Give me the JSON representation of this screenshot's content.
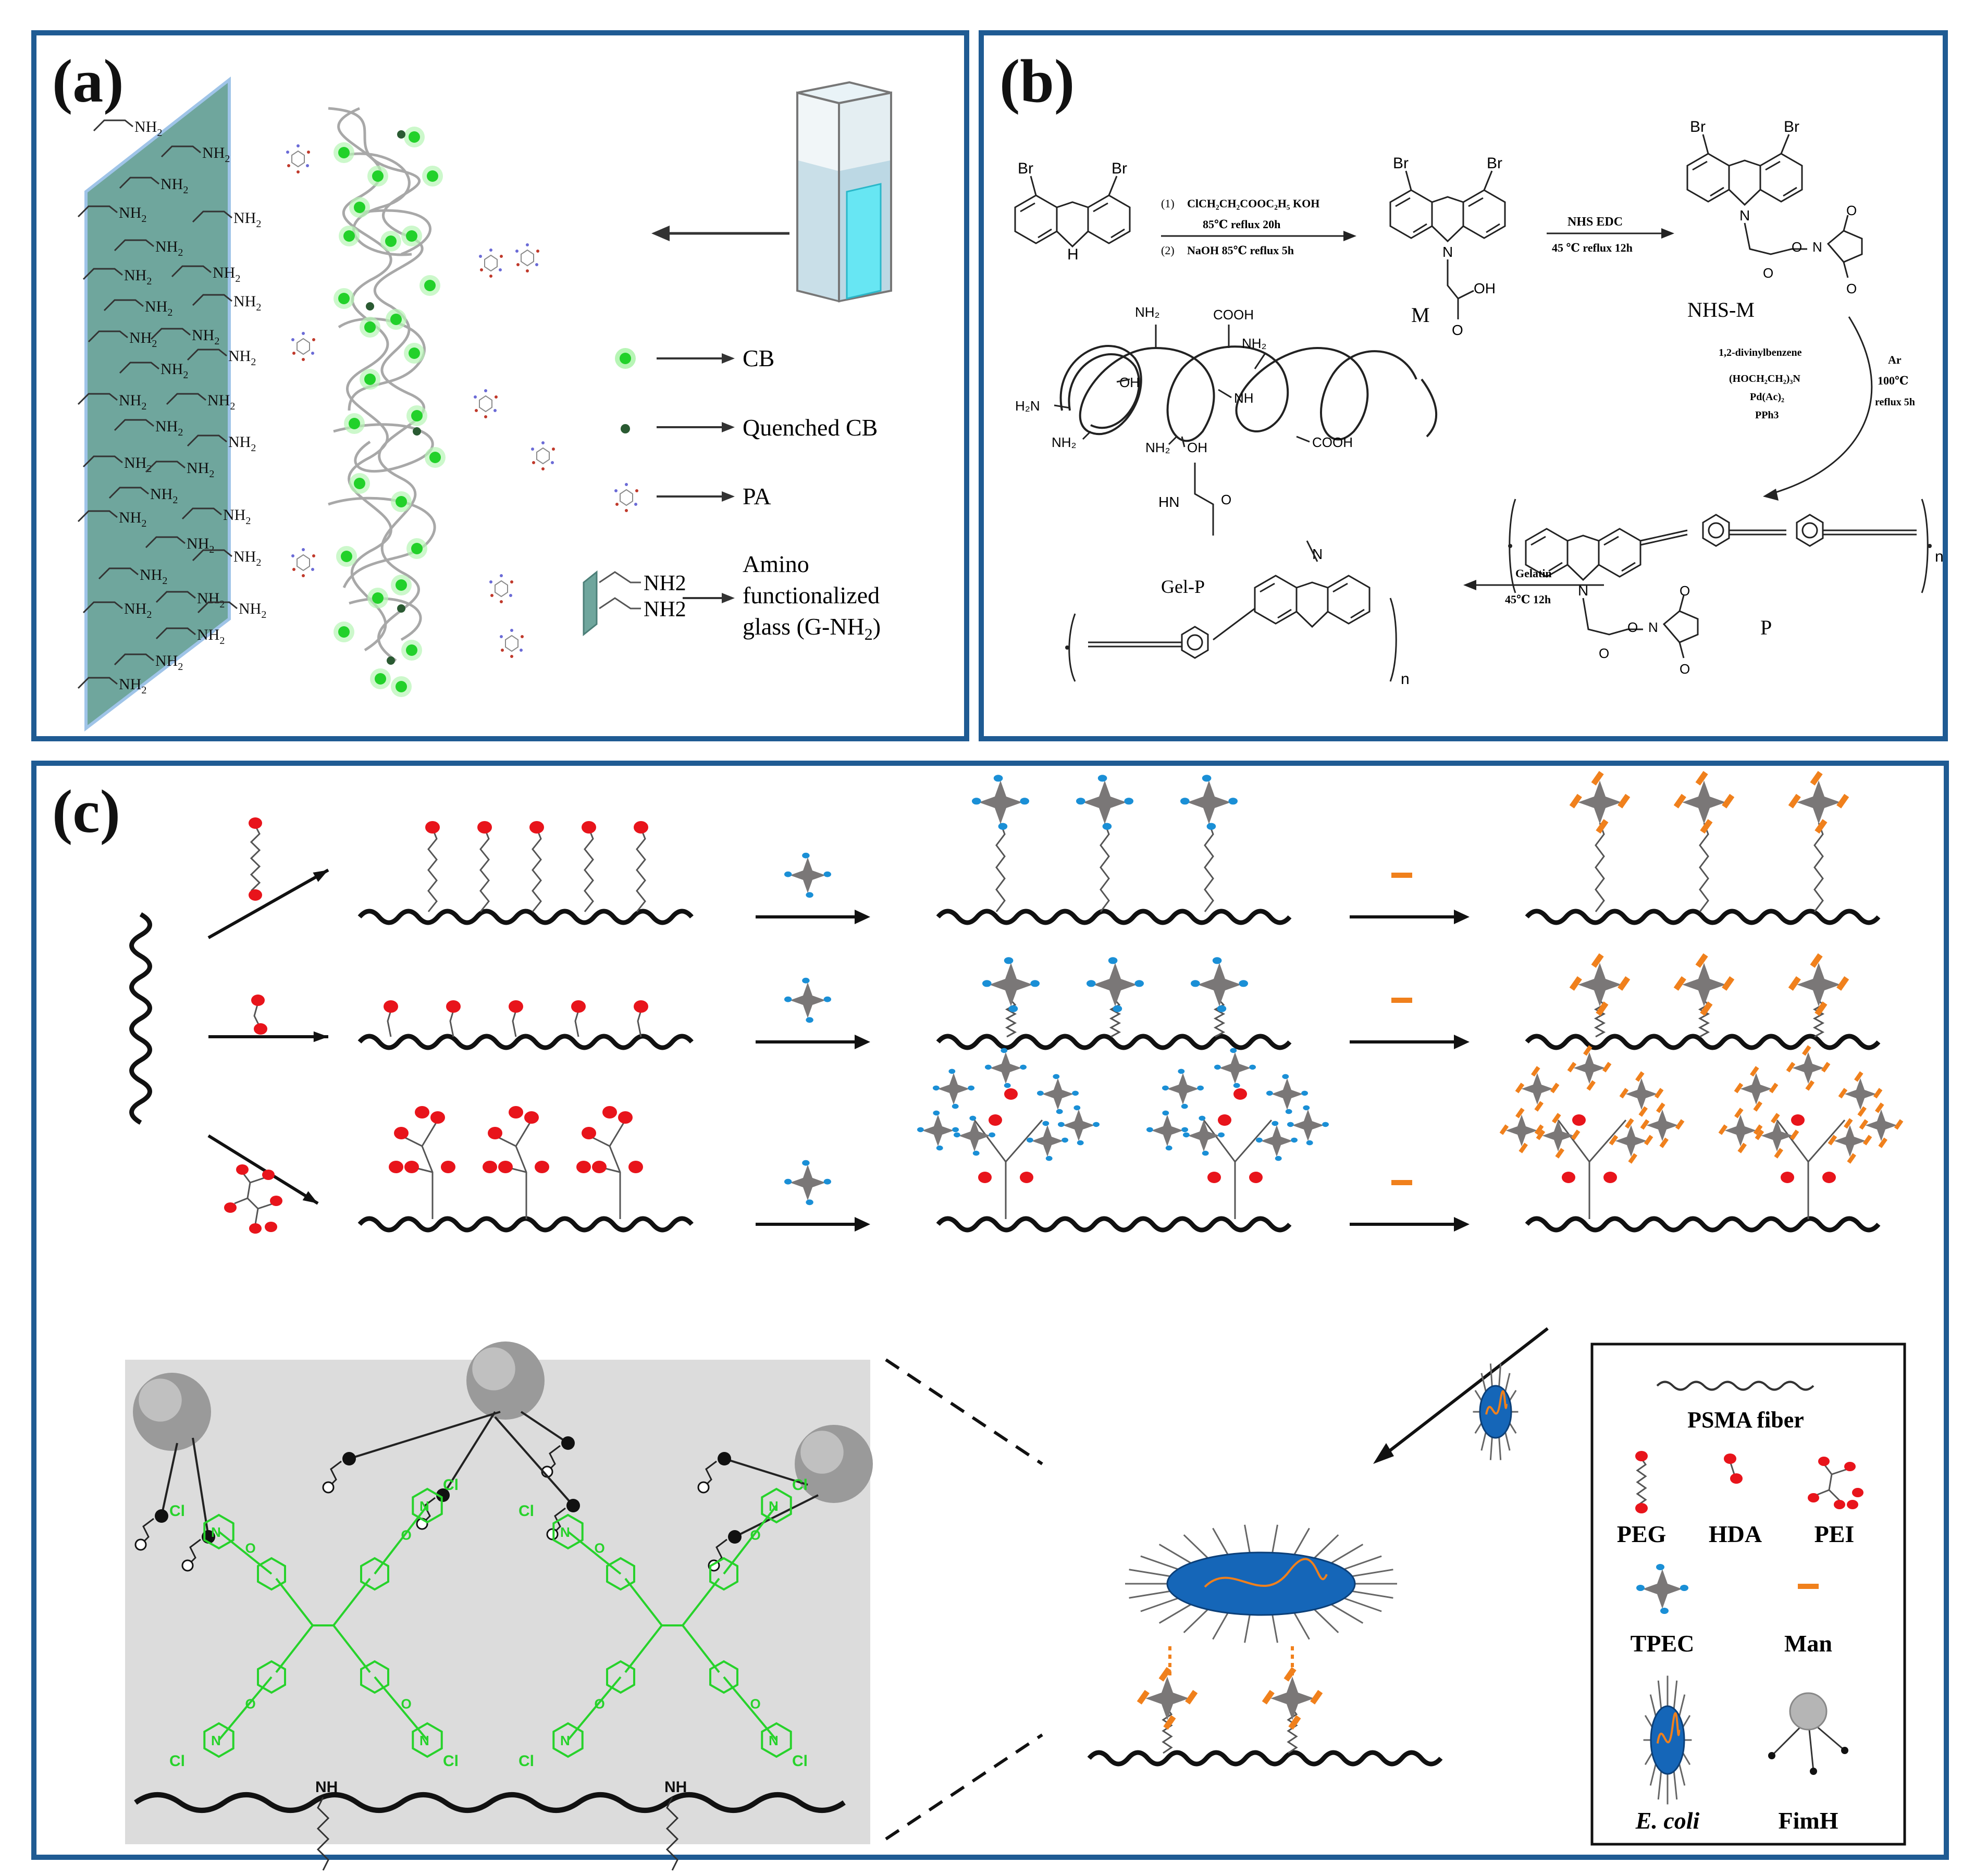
{
  "panel_a": {
    "label": "(a)",
    "amine_label": "NH",
    "amine_sub": "2",
    "legend": {
      "cb": "CB",
      "quenched": "Quenched CB",
      "pa": "PA",
      "amino_nh2": "NH2",
      "amino_line1": "Amino",
      "amino_line2": "functionalized",
      "amino_line3": "glass (G-NH",
      "amino_sub": "2",
      "amino_close": ")"
    },
    "colors": {
      "glass": "#6fa69d",
      "cb": "#22d12a",
      "frame": "#1f5b93"
    }
  },
  "panel_b": {
    "label": "(b)",
    "br": "Br",
    "nh": "H",
    "n": "N",
    "step1": {
      "line1_prefix": "(1)",
      "line1": "ClCH₂CH₂COOC₂H₅  KOH",
      "line2": "85℃  reflux 20h",
      "line3_prefix": "(2)",
      "line3": "NaOH  85℃  reflux 5h"
    },
    "compound_m": "M",
    "oh": "OH",
    "o": "O",
    "step2": {
      "line1": "NHS  EDC",
      "line2": "45 ℃ reflux 12h"
    },
    "compound_nhs": "NHS-M",
    "step3": {
      "line1": "1,2-divinylbenzene",
      "line2": "(HOCH₂CH₂)₃N",
      "line3": "Pd(Ac)₂",
      "line4": "PPh3",
      "right1": "Ar",
      "right2": "100℃",
      "right3": "reflux 5h"
    },
    "compound_p": "P",
    "subscript_n": "n",
    "step4": {
      "line1": "Gelatin",
      "line2": "45℃   12h"
    },
    "compound_gelp": "Gel-P",
    "gel_labels": [
      "NH₂",
      "COOH",
      "NH₂",
      "H₂N",
      "OH",
      "NH",
      "NH₂",
      "NH₂",
      "OH",
      "COOH",
      "HN",
      "O"
    ]
  },
  "panel_c": {
    "label": "(c)",
    "legend": {
      "fiber": "PSMA fiber",
      "peg": "PEG",
      "hda": "HDA",
      "pei": "PEI",
      "tpec": "TPEC",
      "man": "Man",
      "ecoli": "E. coli",
      "fimh": "FimH"
    },
    "inset": {
      "cl": "Cl",
      "nh": "NH",
      "n": "N",
      "o": "O"
    },
    "colors": {
      "red": "#e8141b",
      "blue": "#1a8fd6",
      "orange": "#f0801c",
      "green": "#27d22b",
      "ecoli": "#1566b8"
    }
  }
}
